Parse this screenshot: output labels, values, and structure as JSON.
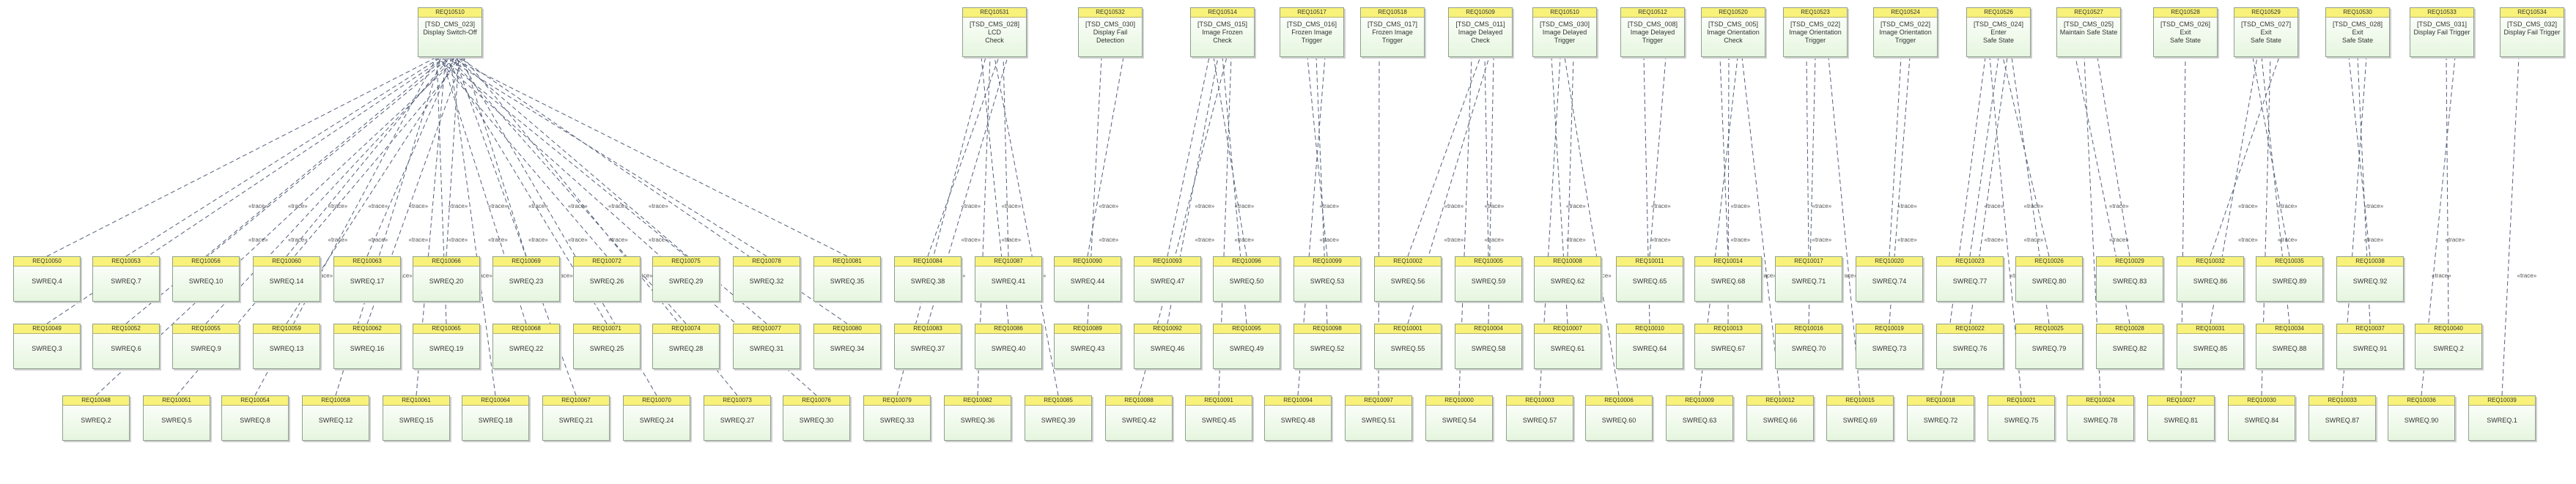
{
  "requirements": [
    {
      "id": "REQ10510",
      "name": "[TSD_CMS_023]\nDisplay Switch-Off"
    },
    {
      "id": "REQ10531",
      "name": "[TSD_CMS_028] LCD\nCheck"
    },
    {
      "id": "REQ10532",
      "name": "[TSD_CMS_030]\nDisplay Fail Detection"
    },
    {
      "id": "REQ10514",
      "name": "[TSD_CMS_015]\nImage Frozen Check"
    },
    {
      "id": "REQ10517",
      "name": "[TSD_CMS_016]\nFrozen Image Trigger"
    },
    {
      "id": "REQ10518",
      "name": "[TSD_CMS_017]\nFrozen Image Trigger"
    },
    {
      "id": "REQ10509",
      "name": "[TSD_CMS_011]\nImage Delayed Check"
    },
    {
      "id": "REQ10510",
      "name": "[TSD_CMS_030]\nImage Delayed Trigger"
    },
    {
      "id": "REQ10512",
      "name": "[TSD_CMS_008]\nImage Delayed Trigger"
    },
    {
      "id": "REQ10520",
      "name": "[TSD_CMS_005]\nImage Orientation\nCheck"
    },
    {
      "id": "REQ10523",
      "name": "[TSD_CMS_022]\nImage Orientation\nTrigger"
    },
    {
      "id": "REQ10524",
      "name": "[TSD_CMS_022]\nImage Orientation\nTrigger"
    },
    {
      "id": "REQ10526",
      "name": "[TSD_CMS_024] Enter\nSafe State"
    },
    {
      "id": "REQ10527",
      "name": "[TSD_CMS_025]\nMaintain Safe State"
    },
    {
      "id": "REQ10528",
      "name": "[TSD_CMS_026] Exit\nSafe State"
    },
    {
      "id": "REQ10529",
      "name": "[TSD_CMS_027] Exit\nSafe State"
    },
    {
      "id": "REQ10530",
      "name": "[TSD_CMS_028] Exit\nSafe State"
    },
    {
      "id": "REQ10533",
      "name": "[TSD_CMS_031]\nDisplay Fail Trigger"
    },
    {
      "id": "REQ10534",
      "name": "[TSD_CMS_032]\nDisplay Fail Trigger"
    }
  ],
  "sw_requirements": [
    {
      "id": "REQ10050",
      "name": "SWREQ.4"
    },
    {
      "id": "REQ10053",
      "name": "SWREQ.7"
    },
    {
      "id": "REQ10056",
      "name": "SWREQ.10"
    },
    {
      "id": "REQ10060",
      "name": "SWREQ.14"
    },
    {
      "id": "REQ10063",
      "name": "SWREQ.17"
    },
    {
      "id": "REQ10066",
      "name": "SWREQ.20"
    },
    {
      "id": "REQ10069",
      "name": "SWREQ.23"
    },
    {
      "id": "REQ10072",
      "name": "SWREQ.26"
    },
    {
      "id": "REQ10075",
      "name": "SWREQ.29"
    },
    {
      "id": "REQ10078",
      "name": "SWREQ.32"
    },
    {
      "id": "REQ10081",
      "name": "SWREQ.35"
    },
    {
      "id": "REQ10084",
      "name": "SWREQ.38"
    },
    {
      "id": "REQ10087",
      "name": "SWREQ.41"
    },
    {
      "id": "REQ10090",
      "name": "SWREQ.44"
    },
    {
      "id": "REQ10093",
      "name": "SWREQ.47"
    },
    {
      "id": "REQ10096",
      "name": "SWREQ.50"
    },
    {
      "id": "REQ10099",
      "name": "SWREQ.53"
    },
    {
      "id": "REQ10002",
      "name": "SWREQ.56"
    },
    {
      "id": "REQ10005",
      "name": "SWREQ.59"
    },
    {
      "id": "REQ10008",
      "name": "SWREQ.62"
    },
    {
      "id": "REQ10011",
      "name": "SWREQ.65"
    },
    {
      "id": "REQ10014",
      "name": "SWREQ.68"
    },
    {
      "id": "REQ10017",
      "name": "SWREQ.71"
    },
    {
      "id": "REQ10020",
      "name": "SWREQ.74"
    },
    {
      "id": "REQ10023",
      "name": "SWREQ.77"
    },
    {
      "id": "REQ10026",
      "name": "SWREQ.80"
    },
    {
      "id": "REQ10029",
      "name": "SWREQ.83"
    },
    {
      "id": "REQ10032",
      "name": "SWREQ.86"
    },
    {
      "id": "REQ10035",
      "name": "SWREQ.89"
    },
    {
      "id": "REQ10038",
      "name": "SWREQ.92"
    },
    {
      "id": "REQ10049",
      "name": "SWREQ.3"
    },
    {
      "id": "REQ10052",
      "name": "SWREQ.6"
    },
    {
      "id": "REQ10055",
      "name": "SWREQ.9"
    },
    {
      "id": "REQ10059",
      "name": "SWREQ.13"
    },
    {
      "id": "REQ10062",
      "name": "SWREQ.16"
    },
    {
      "id": "REQ10065",
      "name": "SWREQ.19"
    },
    {
      "id": "REQ10068",
      "name": "SWREQ.22"
    },
    {
      "id": "REQ10071",
      "name": "SWREQ.25"
    },
    {
      "id": "REQ10074",
      "name": "SWREQ.28"
    },
    {
      "id": "REQ10077",
      "name": "SWREQ.31"
    },
    {
      "id": "REQ10080",
      "name": "SWREQ.34"
    },
    {
      "id": "REQ10083",
      "name": "SWREQ.37"
    },
    {
      "id": "REQ10086",
      "name": "SWREQ.40"
    },
    {
      "id": "REQ10089",
      "name": "SWREQ.43"
    },
    {
      "id": "REQ10092",
      "name": "SWREQ.46"
    },
    {
      "id": "REQ10095",
      "name": "SWREQ.49"
    },
    {
      "id": "REQ10098",
      "name": "SWREQ.52"
    },
    {
      "id": "REQ10001",
      "name": "SWREQ.55"
    },
    {
      "id": "REQ10004",
      "name": "SWREQ.58"
    },
    {
      "id": "REQ10007",
      "name": "SWREQ.61"
    },
    {
      "id": "REQ10010",
      "name": "SWREQ.64"
    },
    {
      "id": "REQ10013",
      "name": "SWREQ.67"
    },
    {
      "id": "REQ10016",
      "name": "SWREQ.70"
    },
    {
      "id": "REQ10019",
      "name": "SWREQ.73"
    },
    {
      "id": "REQ10022",
      "name": "SWREQ.76"
    },
    {
      "id": "REQ10025",
      "name": "SWREQ.79"
    },
    {
      "id": "REQ10028",
      "name": "SWREQ.82"
    },
    {
      "id": "REQ10031",
      "name": "SWREQ.85"
    },
    {
      "id": "REQ10034",
      "name": "SWREQ.88"
    },
    {
      "id": "REQ10037",
      "name": "SWREQ.91"
    },
    {
      "id": "REQ10040",
      "name": "SWREQ.2"
    },
    {
      "id": "REQ10048",
      "name": "SWREQ.2"
    },
    {
      "id": "REQ10051",
      "name": "SWREQ.5"
    },
    {
      "id": "REQ10054",
      "name": "SWREQ.8"
    },
    {
      "id": "REQ10058",
      "name": "SWREQ.12"
    },
    {
      "id": "REQ10061",
      "name": "SWREQ.15"
    },
    {
      "id": "REQ10064",
      "name": "SWREQ.18"
    },
    {
      "id": "REQ10067",
      "name": "SWREQ.21"
    },
    {
      "id": "REQ10070",
      "name": "SWREQ.24"
    },
    {
      "id": "REQ10073",
      "name": "SWREQ.27"
    },
    {
      "id": "REQ10076",
      "name": "SWREQ.30"
    },
    {
      "id": "REQ10079",
      "name": "SWREQ.33"
    },
    {
      "id": "REQ10082",
      "name": "SWREQ.36"
    },
    {
      "id": "REQ10085",
      "name": "SWREQ.39"
    },
    {
      "id": "REQ10088",
      "name": "SWREQ.42"
    },
    {
      "id": "REQ10091",
      "name": "SWREQ.45"
    },
    {
      "id": "REQ10094",
      "name": "SWREQ.48"
    },
    {
      "id": "REQ10097",
      "name": "SWREQ.51"
    },
    {
      "id": "REQ10000",
      "name": "SWREQ.54"
    },
    {
      "id": "REQ10003",
      "name": "SWREQ.57"
    },
    {
      "id": "REQ10006",
      "name": "SWREQ.60"
    },
    {
      "id": "REQ10009",
      "name": "SWREQ.63"
    },
    {
      "id": "REQ10012",
      "name": "SWREQ.66"
    },
    {
      "id": "REQ10015",
      "name": "SWREQ.69"
    },
    {
      "id": "REQ10018",
      "name": "SWREQ.72"
    },
    {
      "id": "REQ10021",
      "name": "SWREQ.75"
    },
    {
      "id": "REQ10024",
      "name": "SWREQ.78"
    },
    {
      "id": "REQ10027",
      "name": "SWREQ.81"
    },
    {
      "id": "REQ10030",
      "name": "SWREQ.84"
    },
    {
      "id": "REQ10033",
      "name": "SWREQ.87"
    },
    {
      "id": "REQ10036",
      "name": "SWREQ.90"
    },
    {
      "id": "REQ10039",
      "name": "SWREQ.1"
    }
  ],
  "trace_label": "«trace»",
  "colors": {
    "header": "#f8f27a",
    "body": "#e6f6df",
    "edge": "#55607a"
  }
}
